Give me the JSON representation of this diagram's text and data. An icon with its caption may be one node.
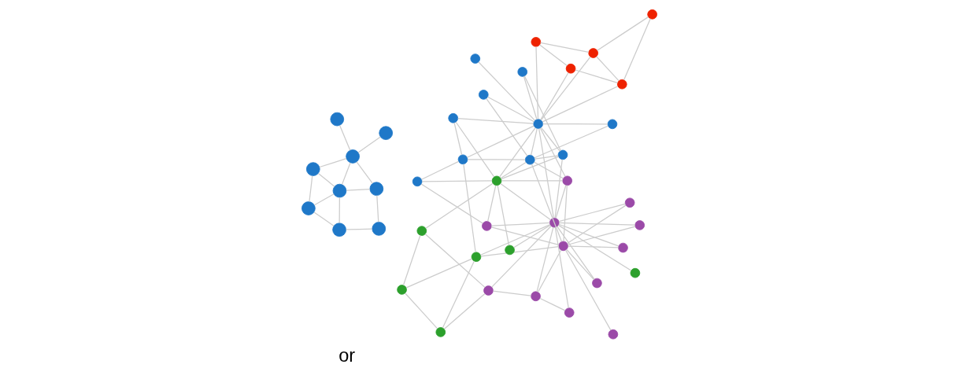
{
  "diagram": {
    "nodes": [
      {
        "text": [],
        "shape": "circle"
      },
      {
        "text": [],
        "shape": "circle"
      },
      {
        "text": [],
        "shape": "circle"
      },
      {
        "text": [],
        "shape": "circle"
      },
      {
        "text": [],
        "shape": "circle"
      },
      {
        "text": [],
        "shape": "circle"
      },
      {
        "text": [],
        "shape": "circle"
      },
      {
        "text": [],
        "shape": "circle"
      },
      {
        "text": [],
        "shape": "circle"
      },
      {
        "text": [],
        "shape": "circle"
      },
      {
        "text": [],
        "shape": "circle"
      },
      {
        "text": [],
        "shape": "circle"
      },
      {
        "text": [],
        "shape": "circle"
      },
      {
        "text": [],
        "shape": "circle"
      },
      {
        "text": [],
        "shape": "circle"
      },
      {
        "text": [],
        "shape": "circle"
      },
      {
        "text": [],
        "shape": "circle"
      },
      {
        "text": [],
        "shape": "circle"
      },
      {
        "text": [],
        "shape": "circle"
      },
      {
        "text": [],
        "shape": "circle"
      },
      {
        "text": [],
        "shape": "circle"
      },
      {
        "text": [],
        "shape": "circle"
      },
      {
        "text": [],
        "shape": "circle"
      },
      {
        "text": [],
        "shape": "circle"
      },
      {
        "text": [],
        "shape": "circle"
      },
      {
        "text": [],
        "shape": "circle"
      },
      {
        "text": [],
        "shape": "circle"
      },
      {
        "text": [],
        "shape": "circle"
      },
      {
        "text": [],
        "shape": "circle"
      },
      {
        "text": [],
        "shape": "circle"
      },
      {
        "text": [],
        "shape": "circle"
      },
      {
        "text": [],
        "shape": "circle"
      },
      {
        "text": [],
        "shape": "circle"
      },
      {
        "text": [],
        "shape": "circle"
      },
      {
        "text": [],
        "shape": "circle"
      },
      {
        "text": [],
        "shape": "circle"
      },
      {
        "text": [],
        "shape": "circle"
      },
      {
        "text": [],
        "shape": "circle"
      },
      {
        "text": [],
        "shape": "circle"
      },
      {
        "text": [],
        "shape": "circle"
      },
      {
        "text": [],
        "shape": "circle"
      },
      {
        "text": [],
        "shape": "circle"
      },
      {
        "text": [],
        "shape": "circle"
      }
    ],
    "edges": [
      {
        "from": 0,
        "to": 2,
        "arrow": "none"
      },
      {
        "from": 0,
        "to": 3,
        "arrow": "none"
      },
      {
        "from": 0,
        "to": 1,
        "arrow": "none"
      },
      {
        "from": 1,
        "to": 3,
        "arrow": "none"
      },
      {
        "from": 1,
        "to": 4,
        "arrow": "none"
      },
      {
        "from": 2,
        "to": 3,
        "arrow": "none"
      },
      {
        "from": 2,
        "to": 6,
        "arrow": "none"
      },
      {
        "from": 3,
        "to": 4,
        "arrow": "none"
      },
      {
        "from": 3,
        "to": 7,
        "arrow": "none"
      },
      {
        "from": 4,
        "to": 5,
        "arrow": "none"
      },
      {
        "from": 4,
        "to": 7,
        "arrow": "none"
      },
      {
        "from": 4,
        "to": 8,
        "arrow": "none"
      },
      {
        "from": 6,
        "to": 7,
        "arrow": "none"
      },
      {
        "from": 32,
        "to": 38,
        "arrow": "none"
      },
      {
        "from": 32,
        "to": 39,
        "arrow": "none"
      },
      {
        "from": 32,
        "to": 40,
        "arrow": "none"
      },
      {
        "from": 32,
        "to": 30,
        "arrow": "none"
      },
      {
        "from": 38,
        "to": 39,
        "arrow": "none"
      },
      {
        "from": 39,
        "to": 41,
        "arrow": "none"
      },
      {
        "from": 39,
        "to": 30,
        "arrow": "none"
      },
      {
        "from": 40,
        "to": 41,
        "arrow": "none"
      },
      {
        "from": 40,
        "to": 30,
        "arrow": "none"
      },
      {
        "from": 41,
        "to": 30,
        "arrow": "none"
      },
      {
        "from": 23,
        "to": 30,
        "arrow": "none"
      },
      {
        "from": 18,
        "to": 30,
        "arrow": "none"
      },
      {
        "from": 18,
        "to": 20,
        "arrow": "none"
      },
      {
        "from": 14,
        "to": 30,
        "arrow": "none"
      },
      {
        "from": 14,
        "to": 20,
        "arrow": "none"
      },
      {
        "from": 30,
        "to": 42,
        "arrow": "none"
      },
      {
        "from": 42,
        "to": 35,
        "arrow": "none"
      },
      {
        "from": 30,
        "to": 35,
        "arrow": "none"
      },
      {
        "from": 30,
        "to": 24,
        "arrow": "none"
      },
      {
        "from": 30,
        "to": 20,
        "arrow": "none"
      },
      {
        "from": 24,
        "to": 20,
        "arrow": "none"
      },
      {
        "from": 20,
        "to": 35,
        "arrow": "none"
      },
      {
        "from": 24,
        "to": 28,
        "arrow": "none"
      },
      {
        "from": 30,
        "to": 28,
        "arrow": "none"
      },
      {
        "from": 30,
        "to": 25,
        "arrow": "none"
      },
      {
        "from": 30,
        "to": 26,
        "arrow": "none"
      },
      {
        "from": 30,
        "to": 19,
        "arrow": "none"
      },
      {
        "from": 20,
        "to": 19,
        "arrow": "none"
      },
      {
        "from": 15,
        "to": 24,
        "arrow": "none"
      },
      {
        "from": 20,
        "to": 25,
        "arrow": "none"
      },
      {
        "from": 35,
        "to": 25,
        "arrow": "none"
      },
      {
        "from": 35,
        "to": 26,
        "arrow": "none"
      },
      {
        "from": 28,
        "to": 25,
        "arrow": "none"
      },
      {
        "from": 33,
        "to": 25,
        "arrow": "none"
      },
      {
        "from": 33,
        "to": 31,
        "arrow": "none"
      },
      {
        "from": 33,
        "to": 24,
        "arrow": "none"
      },
      {
        "from": 9,
        "to": 10,
        "arrow": "none"
      },
      {
        "from": 9,
        "to": 15,
        "arrow": "none"
      },
      {
        "from": 9,
        "to": 11,
        "arrow": "none"
      },
      {
        "from": 10,
        "to": 15,
        "arrow": "none"
      },
      {
        "from": 10,
        "to": 12,
        "arrow": "none"
      },
      {
        "from": 11,
        "to": 12,
        "arrow": "none"
      },
      {
        "from": 11,
        "to": 25,
        "arrow": "none"
      },
      {
        "from": 15,
        "to": 21,
        "arrow": "none"
      },
      {
        "from": 15,
        "to": 26,
        "arrow": "none"
      },
      {
        "from": 16,
        "to": 26,
        "arrow": "none"
      },
      {
        "from": 25,
        "to": 19,
        "arrow": "none"
      },
      {
        "from": 25,
        "to": 26,
        "arrow": "none"
      },
      {
        "from": 25,
        "to": 31,
        "arrow": "none"
      },
      {
        "from": 25,
        "to": 37,
        "arrow": "none"
      },
      {
        "from": 37,
        "to": 26,
        "arrow": "none"
      },
      {
        "from": 12,
        "to": 26,
        "arrow": "none"
      },
      {
        "from": 12,
        "to": 17,
        "arrow": "none"
      },
      {
        "from": 17,
        "to": 27,
        "arrow": "none"
      },
      {
        "from": 17,
        "to": 26,
        "arrow": "none"
      },
      {
        "from": 17,
        "to": 21,
        "arrow": "none"
      },
      {
        "from": 13,
        "to": 26,
        "arrow": "none"
      },
      {
        "from": 13,
        "to": 21,
        "arrow": "none"
      },
      {
        "from": 19,
        "to": 21,
        "arrow": "none"
      },
      {
        "from": 19,
        "to": 26,
        "arrow": "none"
      },
      {
        "from": 21,
        "to": 22,
        "arrow": "none"
      },
      {
        "from": 21,
        "to": 29,
        "arrow": "none"
      },
      {
        "from": 21,
        "to": 34,
        "arrow": "none"
      },
      {
        "from": 21,
        "to": 36,
        "arrow": "none"
      },
      {
        "from": 21,
        "to": 31,
        "arrow": "none"
      },
      {
        "from": 26,
        "to": 27,
        "arrow": "none"
      },
      {
        "from": 26,
        "to": 29,
        "arrow": "none"
      },
      {
        "from": 26,
        "to": 22,
        "arrow": "none"
      },
      {
        "from": 26,
        "to": 36,
        "arrow": "none"
      },
      {
        "from": 26,
        "to": 31,
        "arrow": "none"
      },
      {
        "from": 21,
        "to": 20,
        "arrow": "none"
      }
    ],
    "labels": [
      "or"
    ]
  }
}
